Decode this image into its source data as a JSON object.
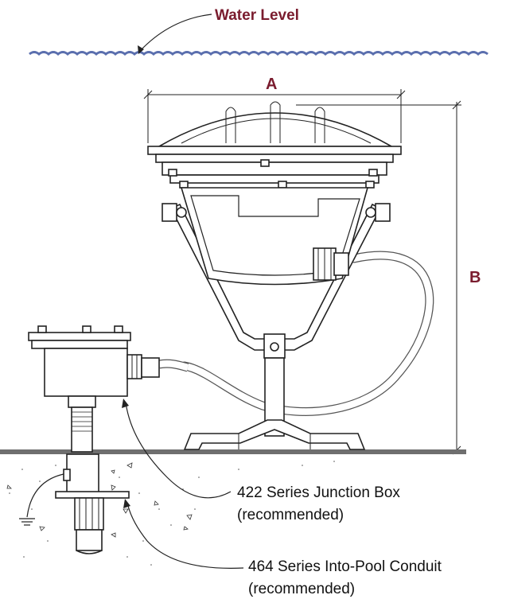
{
  "labels": {
    "water_level": "Water Level",
    "dim_a": "A",
    "dim_b": "B",
    "junction_box_line1": "422 Series Junction Box",
    "junction_box_line2": "(recommended)",
    "conduit_line1": "464 Series Into-Pool Conduit",
    "conduit_line2": "(recommended)"
  },
  "colors": {
    "accent": "#7a1c2e",
    "water": "#5b6fae",
    "line": "#222222",
    "ground": "#6f6f6f",
    "cable": "#9a9a9a"
  }
}
